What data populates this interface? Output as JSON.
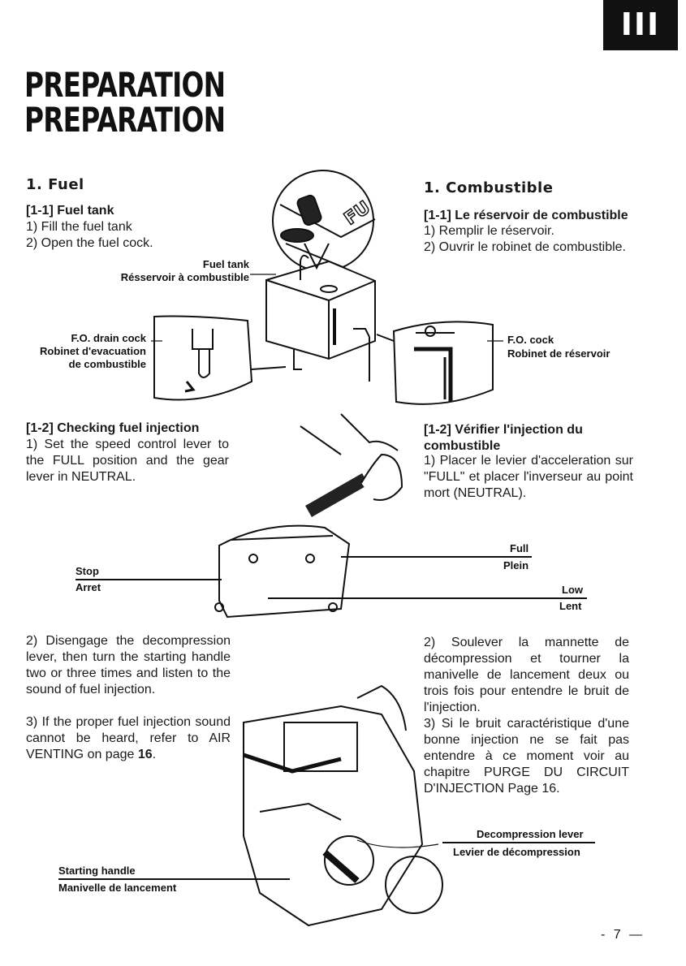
{
  "section_tab": "III",
  "titles": [
    "PREPARATION",
    "PREPARATION"
  ],
  "fuel": {
    "heading_en": "1. Fuel",
    "heading_fr": "1. Combustible",
    "tank": {
      "sub_en": "[1-1]  Fuel tank",
      "steps_en": [
        "1) Fill the fuel tank",
        "2) Open the fuel cock."
      ],
      "sub_fr": "[1-1]  Le réservoir de combustible",
      "steps_fr": [
        "1) Remplir le réservoir.",
        "2) Ouvrir le robinet de combustible."
      ]
    },
    "labels": {
      "fuel_tank_en": "Fuel tank",
      "fuel_tank_fr": "Résservoir à combustible",
      "drain_en": "F.O. drain cock",
      "drain_fr1": "Robinet d'evacuation",
      "drain_fr2": "de combustible",
      "cock_en": "F.O. cock",
      "cock_fr": "Robinet de réservoir"
    }
  },
  "injection": {
    "sub_en": "[1-2]  Checking fuel injection",
    "step1_en": "1) Set the speed control lever to the FULL position and the gear lever in NEUTRAL.",
    "sub_fr1": "[1-2] Vérifier l'injection du",
    "sub_fr2": "combustible",
    "step1_fr": "1) Placer le levier d'acceleration sur \"FULL\" et placer l'inverseur au point mort (NEUTRAL).",
    "labels": {
      "stop": "Stop",
      "arret": "Arret",
      "full": "Full",
      "plein": "Plein",
      "low": "Low",
      "lent": "Lent"
    },
    "step2_en": "2) Disengage the decompression lever, then turn the starting handle two or three times and listen to the sound of fuel injection.",
    "step3_en_a": "3) If the proper fuel injection sound cannot be heard, refer to AIR VENTING on page ",
    "step3_en_page": "16",
    "step2_fr": "2) Soulever la mannette de décompression et tourner la manivelle de lancement deux ou trois fois pour entendre le bruit de l'injection.",
    "step3_fr": "3) Si le bruit caractéristique d'une bonne injection ne se fait pas entendre à ce moment voir au chapitre PURGE DU CIRCUIT D'INJECTION Page 16.",
    "decomp_en": "Decompression lever",
    "decomp_fr": "Levier de décompression",
    "handle_en": "Starting handle",
    "handle_fr": "Manivelle de lancement"
  },
  "page_number": "- 7 —"
}
